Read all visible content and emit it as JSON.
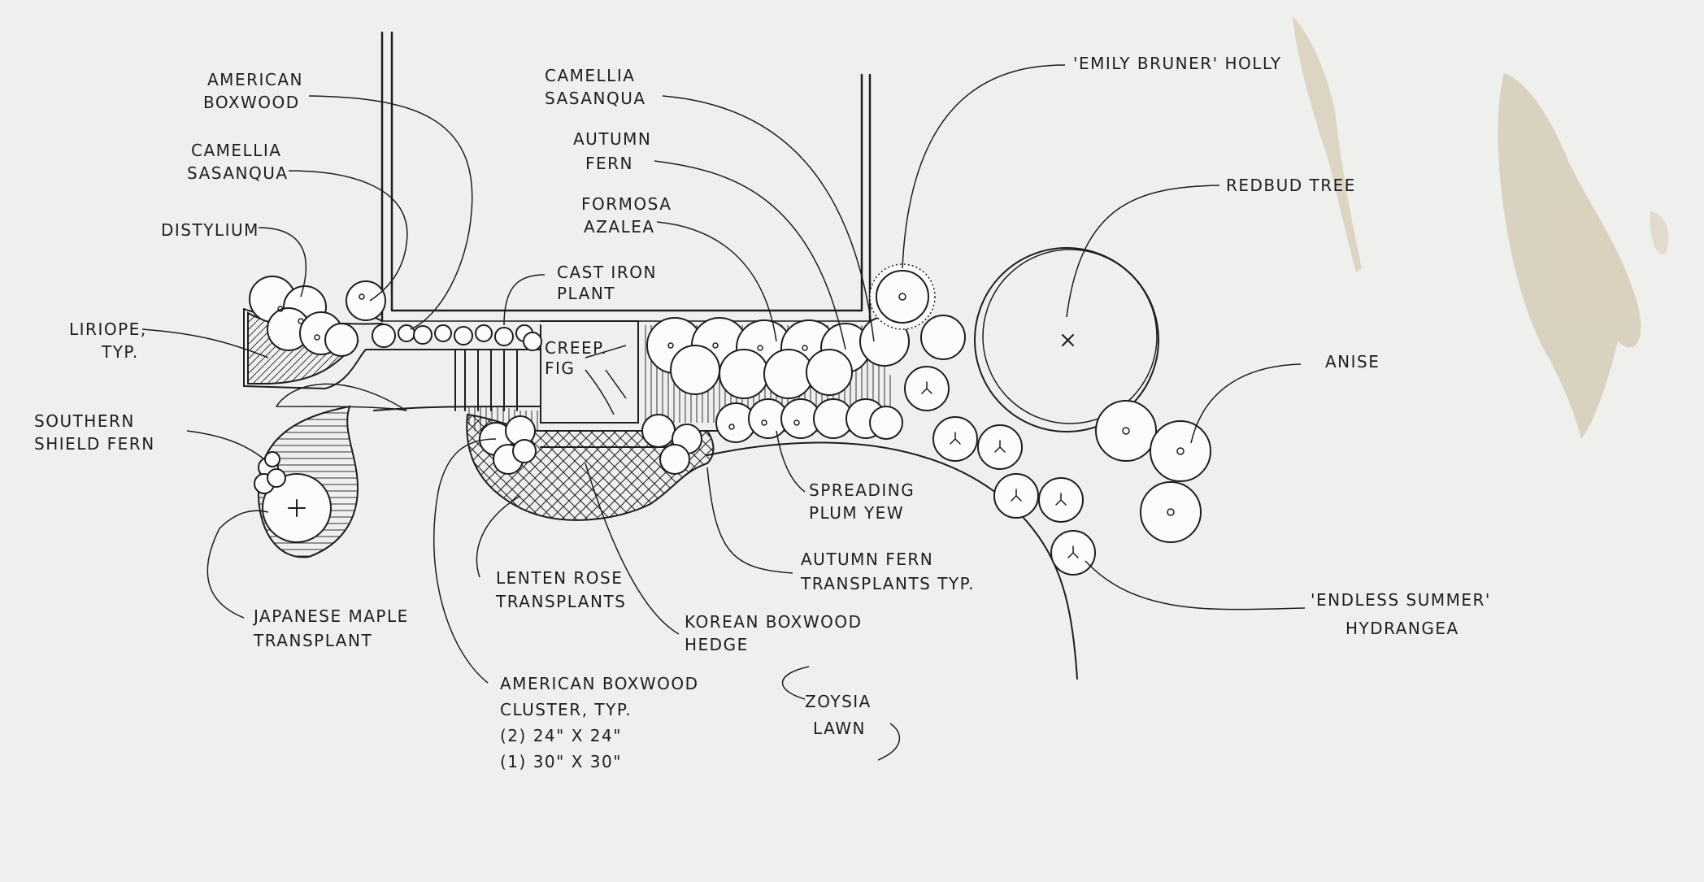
{
  "labels": {
    "american_boxwood": [
      "AMERICAN",
      "BOXWOOD"
    ],
    "camellia_left": [
      "CAMELLIA",
      "SASANQUA"
    ],
    "distylium": [
      "DISTYLIUM"
    ],
    "liriope": [
      "LIRIOPE,",
      "TYP."
    ],
    "southern_fern": [
      "SOUTHERN",
      "SHIELD FERN"
    ],
    "japanese_maple": [
      "JAPANESE MAPLE",
      "TRANSPLANT"
    ],
    "cast_iron": [
      "CAST IRON",
      "PLANT"
    ],
    "creep_fig": [
      "CREEP.",
      "FIG"
    ],
    "camellia_top": [
      "CAMELLIA",
      "SASANQUA"
    ],
    "autumn_fern_top": [
      "AUTUMN",
      "FERN"
    ],
    "formosa_azalea": [
      "FORMOSA",
      "AZALEA"
    ],
    "emily_bruner": [
      "'EMILY BRUNER' HOLLY"
    ],
    "redbud": [
      "REDBUD TREE"
    ],
    "anise": [
      "ANISE"
    ],
    "spreading_yew": [
      "SPREADING",
      "PLUM YEW"
    ],
    "autumn_fern_transplants": [
      "AUTUMN FERN",
      "TRANSPLANTS TYP."
    ],
    "endless_summer": [
      "'ENDLESS SUMMER'",
      "HYDRANGEA"
    ],
    "lenten_rose": [
      "LENTEN ROSE",
      "TRANSPLANTS"
    ],
    "korean_boxwood": [
      "KOREAN BOXWOOD",
      "HEDGE"
    ],
    "american_boxwood_cluster": [
      "AMERICAN BOXWOOD",
      "CLUSTER, TYP.",
      "(2) 24\" X 24\"",
      "(1) 30\" X 30\""
    ],
    "zoysia": [
      "ZOYSIA",
      "LAWN"
    ]
  },
  "colors": {
    "ink": "#1e1e1e",
    "paper": "#efefed",
    "stain": "#c9b99a"
  }
}
